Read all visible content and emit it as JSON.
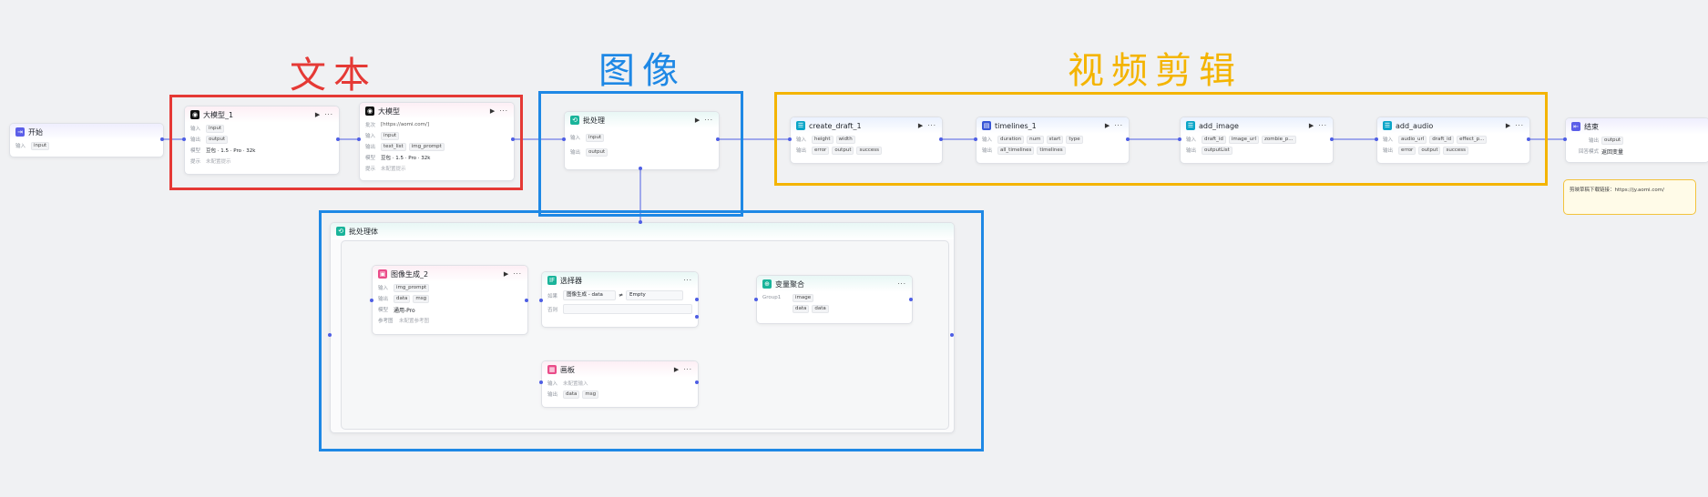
{
  "labels": {
    "text": "文本",
    "image": "图像",
    "video": "视频剪辑"
  },
  "colors": {
    "red": "#e53935",
    "blue": "#1e88e5",
    "yellow": "#f4b400",
    "wire": "#4e5ee4"
  },
  "start": {
    "title": "开始",
    "in_label": "输入",
    "var": "input"
  },
  "llm1": {
    "title": "大模型_1",
    "in_label": "输入",
    "out_label": "输出",
    "model_label": "模型",
    "prompt_label": "提示",
    "in_var": "input",
    "out_var": "output",
    "model": "豆包 · 1.5 · Pro · 32k",
    "prompt": "未配置提示"
  },
  "llm2": {
    "title": "大模型",
    "batch_label": "批次",
    "batch_value": "[https://aomi.com/]",
    "in_label": "输入",
    "out_label": "输出",
    "model_label": "模型",
    "prompt_label": "提示",
    "in_var": "input",
    "out_var1": "text_list",
    "out_var2": "img_prompt",
    "model": "豆包 · 1.5 · Pro · 32k",
    "prompt": "未配置提示"
  },
  "batch": {
    "title": "批处理",
    "in_label": "输入",
    "out_label": "输出",
    "in_var": "input",
    "out_var": "output"
  },
  "create_draft": {
    "title": "create_draft_1",
    "in_label": "输入",
    "out_label": "输出",
    "in_vars": [
      "height",
      "width"
    ],
    "out_vars": [
      "error",
      "output",
      "success"
    ]
  },
  "timelines": {
    "title": "timelines_1",
    "in_label": "输入",
    "out_label": "输出",
    "in_vars": [
      "duration",
      "num",
      "start",
      "type"
    ],
    "out_vars": [
      "all_timelines",
      "timelines"
    ]
  },
  "add_image": {
    "title": "add_image",
    "in_label": "输入",
    "out_label": "输出",
    "in_vars": [
      "draft_id",
      "image_url",
      "zombie_p..."
    ],
    "out_vars": [
      "outputList"
    ]
  },
  "add_audio": {
    "title": "add_audio",
    "in_label": "输入",
    "out_label": "输出",
    "in_vars": [
      "audio_url",
      "draft_id",
      "effect_p..."
    ],
    "out_vars": [
      "error",
      "output",
      "success"
    ]
  },
  "end": {
    "title": "结束",
    "out_label": "输出",
    "var": "output",
    "mode_label": "回答模式",
    "mode": "返回变量"
  },
  "note": {
    "text": "剪映草稿下载链接：https://jy.aomi.com/"
  },
  "batch_body": {
    "title": "批处理体"
  },
  "imggen": {
    "title": "图像生成_2",
    "in_label": "输入",
    "out_label": "输出",
    "model_label": "模型",
    "extra_label": "参考图",
    "in_var": "img_prompt",
    "out_var1": "data",
    "out_var2": "msg",
    "model": "通用-Pro",
    "extra": "未配置参考图"
  },
  "selector": {
    "title": "选择器",
    "if_label": "如果",
    "else_label": "否则",
    "left": "图像生成 - data",
    "op": "≠",
    "right": "Empty"
  },
  "aggregator": {
    "title": "变量聚合",
    "group_label": "Group1",
    "var1": "image",
    "var2": "data",
    "var3": "data"
  },
  "canvasnode": {
    "title": "画板",
    "in_label": "输入",
    "out_label": "输出",
    "in_value": "未配置输入",
    "out_var1": "data",
    "out_var2": "msg"
  },
  "icons": {
    "more": "···",
    "run": "▶"
  }
}
